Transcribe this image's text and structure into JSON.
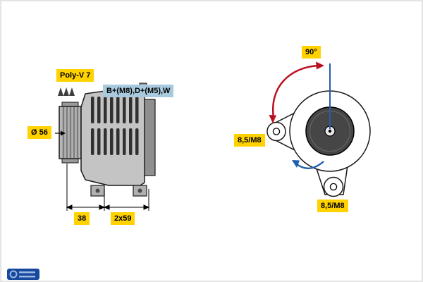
{
  "diagram": {
    "title_hint": "alternator technical drawing",
    "side_view": {
      "belt_type": "Poly-V 7",
      "terminals": "B+(M8),D+(M5),W",
      "pulley_diameter": "Ø 56",
      "dim_front": "38",
      "dim_spacing": "2x59"
    },
    "front_view": {
      "mount_angle": "90°",
      "hole_left": "8,5/M8",
      "hole_bottom": "8,5/M8"
    }
  },
  "colors": {
    "label_yellow": "#ffd200",
    "label_blue": "#a9cade",
    "accent_red": "#bb1122",
    "accent_blue": "#1f5fad",
    "drawing_gray": "#c4c4c4"
  }
}
